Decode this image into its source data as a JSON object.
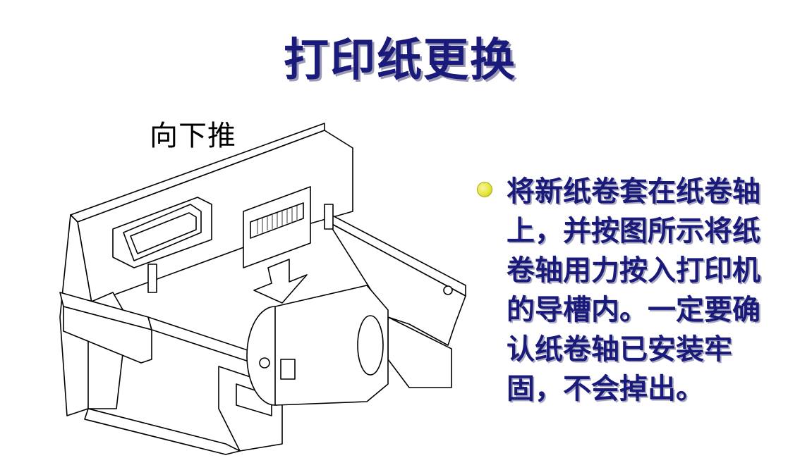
{
  "slide": {
    "title": "打印纸更换",
    "push_label": "向下推",
    "bullet_text": "将新纸卷套在纸卷轴上，并按图所示将纸卷轴用力按入打印机的导槽内。一定要确认纸卷轴已安装牢固，不会掉出。",
    "title_color": "#1a1a7a",
    "bullet_color": "#e6e63a"
  }
}
